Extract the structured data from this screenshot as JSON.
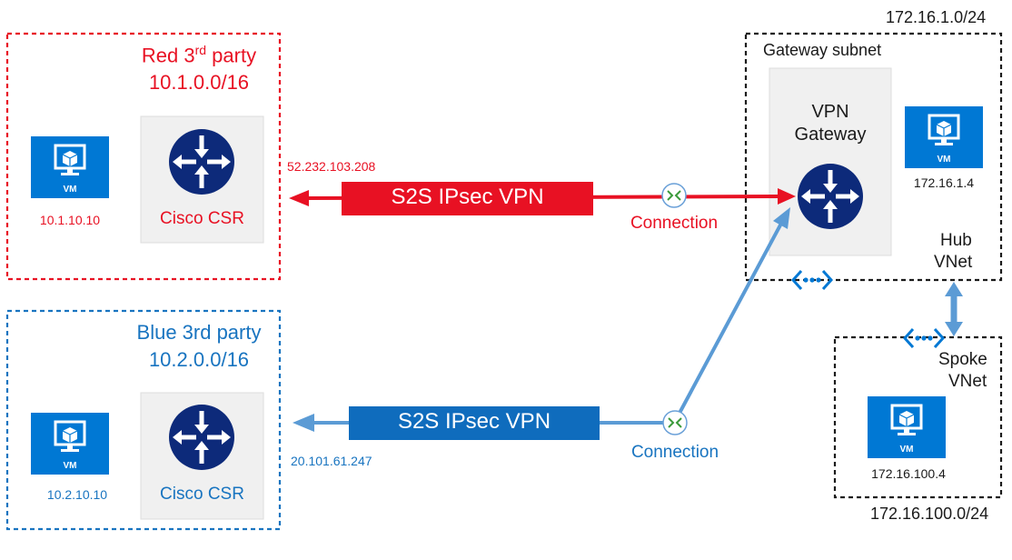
{
  "colors": {
    "red": "#e81123",
    "blue": "#1874c0",
    "banner_blue": "#0f6cbd",
    "vpn_link_blue": "#5b9bd5",
    "vm_tile": "#0078d4",
    "router_navy": "#0d2a7a",
    "device_box": "#f0f0f0"
  },
  "icons": {
    "vm": "vm-monitor-cube-icon",
    "router": "router-arrows-icon",
    "connection": "connection-circle-icon",
    "vnet_peering": "vnet-brackets-dots-icon"
  },
  "red_site": {
    "title_prefix": "Red 3",
    "title_sup": "rd",
    "title_suffix": " party",
    "prefix": "10.1.0.0/16",
    "vm_label": "VM",
    "vm_ip": "10.1.10.10",
    "router_label": "Cisco CSR",
    "public_ip": "52.232.103.208"
  },
  "blue_site": {
    "title": "Blue 3rd party",
    "prefix": "10.2.0.0/16",
    "vm_label": "VM",
    "vm_ip": "10.2.10.10",
    "router_label": "Cisco CSR",
    "public_ip": "20.101.61.247"
  },
  "red_tunnel": {
    "label": "S2S IPsec VPN",
    "connection_label": "Connection"
  },
  "blue_tunnel": {
    "label": "S2S IPsec VPN",
    "connection_label": "Connection"
  },
  "hub": {
    "subnet_prefix": "172.16.1.0/24",
    "subnet_label": "Gateway subnet",
    "gateway_line1": "VPN",
    "gateway_line2": "Gateway",
    "vm_label": "VM",
    "vm_ip": "172.16.1.4",
    "vnet_line1": "Hub",
    "vnet_line2": "VNet"
  },
  "spoke": {
    "vnet_line1": "Spoke",
    "vnet_line2": "VNet",
    "vm_label": "VM",
    "vm_ip": "172.16.100.4",
    "prefix": "172.16.100.0/24"
  }
}
